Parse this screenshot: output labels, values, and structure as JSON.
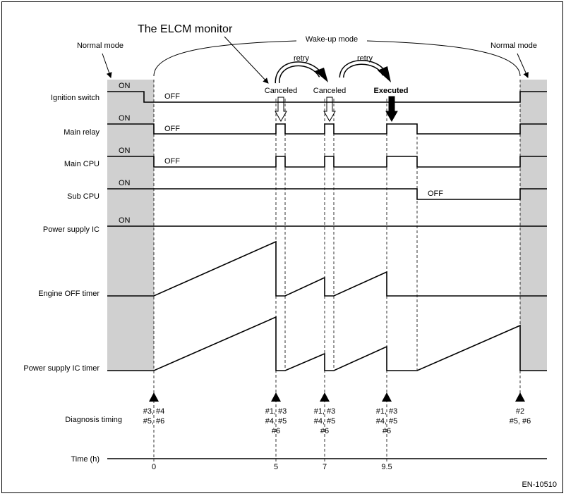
{
  "annotations": {
    "elcm_monitor": "The ELCM monitor",
    "wakeup_mode": "Wake-up mode",
    "normal_mode_left": "Normal mode",
    "normal_mode_right": "Normal mode",
    "retry_1": "retry",
    "retry_2": "retry",
    "canceled_1": "Canceled",
    "canceled_2": "Canceled",
    "executed": "Executed",
    "figure_code": "EN-10510"
  },
  "signals": [
    {
      "name": "Ignition switch",
      "on_label": "ON",
      "off_label": "OFF"
    },
    {
      "name": "Main relay",
      "on_label": "ON",
      "off_label": "OFF"
    },
    {
      "name": "Main CPU",
      "on_label": "ON",
      "off_label": "OFF"
    },
    {
      "name": "Sub CPU",
      "on_label": "ON",
      "off_label": "OFF"
    },
    {
      "name": "Power supply IC",
      "on_label": "ON"
    },
    {
      "name": "Engine OFF timer"
    },
    {
      "name": "Power supply IC timer"
    }
  ],
  "diagnosis": {
    "label": "Diagnosis timing",
    "points": [
      {
        "lines": [
          "#3, #4",
          "#5, #6"
        ]
      },
      {
        "lines": [
          "#1, #3",
          "#4, #5",
          "#6"
        ]
      },
      {
        "lines": [
          "#1, #3",
          "#4, #5",
          "#6"
        ]
      },
      {
        "lines": [
          "#1, #3",
          "#4, #5",
          "#6"
        ]
      },
      {
        "lines": [
          "#2",
          "#5, #6"
        ]
      }
    ]
  },
  "time_axis": {
    "label": "Time (h)",
    "ticks": [
      "0",
      "5",
      "7",
      "9.5"
    ]
  }
}
